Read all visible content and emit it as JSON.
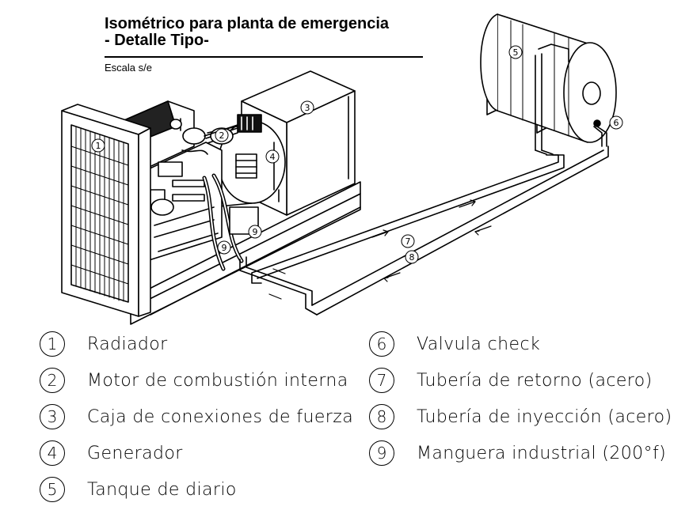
{
  "title": {
    "line1": "Isométrico para planta de emergencia",
    "line2": "- Detalle Tipo-",
    "scale": "Escala s/e"
  },
  "legend": [
    {
      "num": "1",
      "label": "Radiador"
    },
    {
      "num": "2",
      "label": "Motor de combustión interna"
    },
    {
      "num": "3",
      "label": "Caja de conexiones de fuerza"
    },
    {
      "num": "4",
      "label": "Generador"
    },
    {
      "num": "5",
      "label": "Tanque de diario"
    },
    {
      "num": "6",
      "label": "Valvula check"
    },
    {
      "num": "7",
      "label": "Tubería de retorno (acero)"
    },
    {
      "num": "8",
      "label": "Tubería de inyección (acero)"
    },
    {
      "num": "9",
      "label": "Manguera industrial (200°f)"
    }
  ],
  "callouts": [
    "1",
    "2",
    "3",
    "4",
    "5",
    "6",
    "7",
    "8",
    "9",
    "9"
  ],
  "colors": {
    "ink": "#000000",
    "paper": "#ffffff"
  }
}
